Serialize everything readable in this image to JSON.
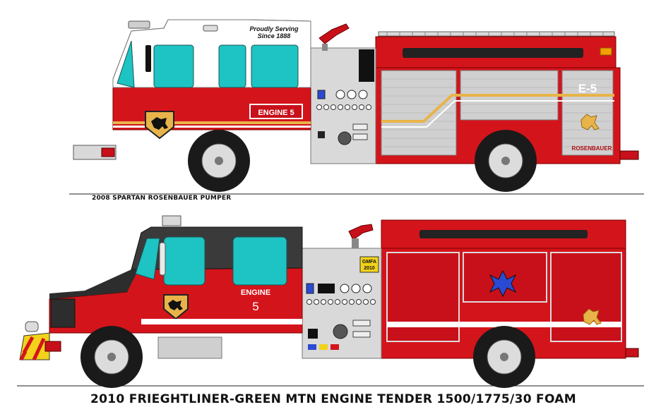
{
  "truck1": {
    "door_badge": "ENGINE 5",
    "cab_script_line1": "Proudly Serving",
    "cab_script_line2": "Since 1888",
    "unit_number": "E-5",
    "maker_badge": "ROSENBAUER",
    "caption": "2008 SPARTAN ROSENBAUER PUMPER"
  },
  "truck2": {
    "door_line1": "ENGINE",
    "door_line2": "5",
    "panel_sticker_line1": "GMFA",
    "panel_sticker_line2": "2010",
    "caption": "2010 FRIEGHTLINER-GREEN MTN ENGINE TENDER 1500/1775/30 FOAM"
  },
  "colors": {
    "body_red": "#d4141b",
    "dark_red": "#a10c10",
    "cab_white": "#ffffff",
    "cab_black": "#3a3a3a",
    "glass": "#1ec3c3",
    "chrome": "#cfcfcf",
    "stripe_gold": "#e8b44a",
    "tire": "#1a1a1a"
  }
}
